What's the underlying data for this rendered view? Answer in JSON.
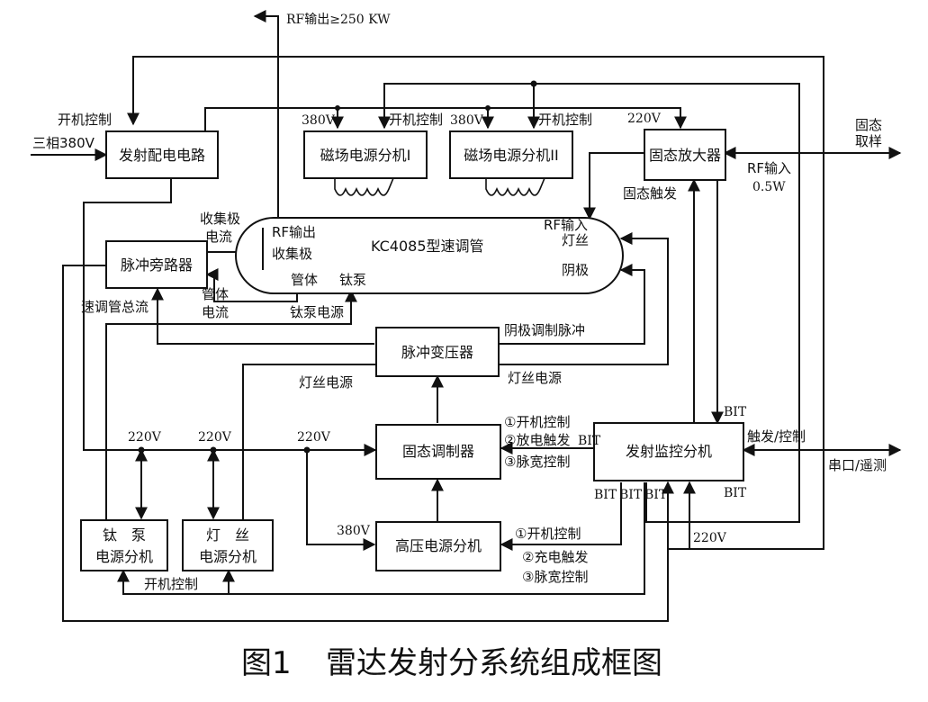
{
  "caption": {
    "number": "图1",
    "title": "雷达发射分系统组成框图"
  },
  "blocks": {
    "power_distribution": "发射配电电路",
    "mag_supply_1": "磁场电源分机I",
    "mag_supply_2": "磁场电源分机II",
    "ss_amplifier": "固态放大器",
    "pulse_bypass": "脉冲旁路器",
    "klystron": "KC4085型速调管",
    "pulse_transformer": "脉冲变压器",
    "ss_modulator": "固态调制器",
    "monitor": "发射监控分机",
    "ti_pump_supply": [
      "钛　泵",
      "电源分机"
    ],
    "filament_supply": [
      "灯　丝",
      "电源分机"
    ],
    "hv_supply": "高压电源分机"
  },
  "klystron_ports": {
    "rf_out": "RF输出",
    "collector": "收集极",
    "body": "管体",
    "ti_pump": "钛泵",
    "rf_in": "RF输入",
    "filament": "灯丝",
    "cathode": "阴极"
  },
  "labels": {
    "rf_output_top": "RF输出≥250 KW",
    "three_phase": "三相380V",
    "power_on_ctrl": "开机控制",
    "v380": "380V",
    "v220": "220V",
    "ss_sample": [
      "固态",
      "取样"
    ],
    "rf_input": "RF输入",
    "rf_input_power": "0.5W",
    "ss_trigger": "固态触发",
    "collector_current": [
      "收集极",
      "电流"
    ],
    "total_current": "速调管总流",
    "body_current": [
      "管体",
      "电流"
    ],
    "ti_pump_power": "钛泵电源",
    "cathode_pulse": "阴极调制脉冲",
    "filament_power": "灯丝电源",
    "mod_ctrl": [
      "①开机控制",
      "②放电触发",
      "③脉宽控制"
    ],
    "hv_ctrl": [
      "①开机控制",
      "②充电触发",
      "③脉宽控制"
    ],
    "bit": "BIT",
    "trigger_ctrl": "触发/控制",
    "serial": "串口/遥测"
  }
}
